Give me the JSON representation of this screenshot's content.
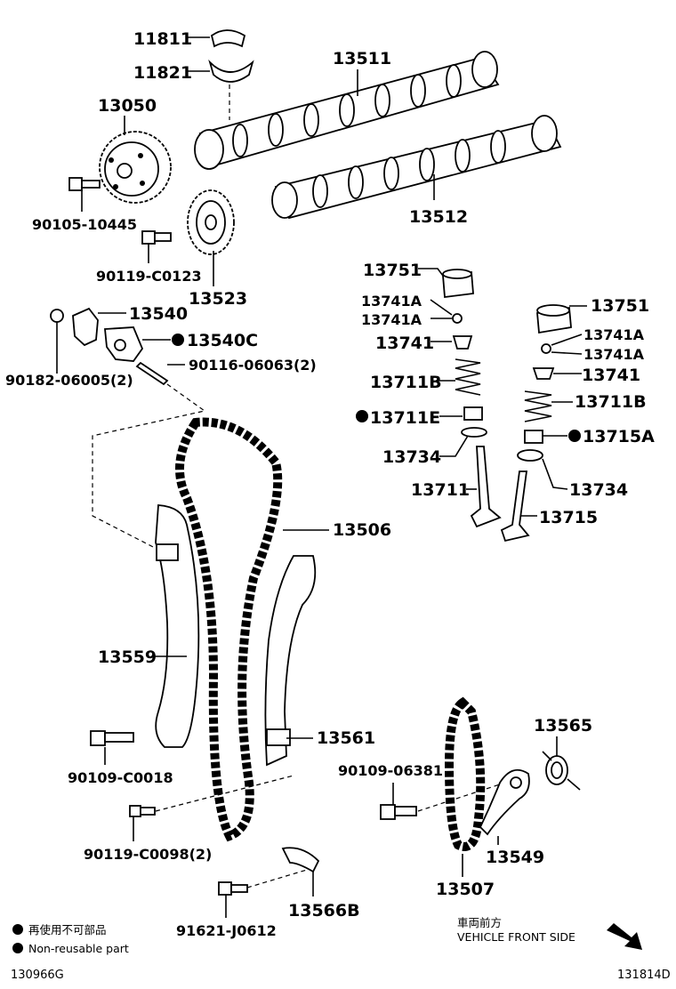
{
  "labels": {
    "p11811": "11811",
    "p11821": "11821",
    "p13511": "13511",
    "p13050": "13050",
    "p90105": "90105-10445",
    "p90119a": "90119-C0123",
    "p13523": "13523",
    "p13512": "13512",
    "p13540": "13540",
    "p13540c": "13540C",
    "p90182": "90182-06005(2)",
    "p90116": "90116-06063(2)",
    "p13751a": "13751",
    "p13741a1": "13741A",
    "p13741a2": "13741A",
    "p13741a": "13741",
    "p13711b_a": "13711B",
    "p13711e": "13711E",
    "p13734a": "13734",
    "p13711": "13711",
    "p13751b": "13751",
    "p13741a3": "13741A",
    "p13741a4": "13741A",
    "p13741b": "13741",
    "p13711b_b": "13711B",
    "p13715a": "13715A",
    "p13734b": "13734",
    "p13715": "13715",
    "p13506": "13506",
    "p13559": "13559",
    "p13561": "13561",
    "p90109a": "90109-C0018",
    "p90119b": "90119-C0098(2)",
    "p13565": "13565",
    "p90109b": "90109-06381",
    "p13549": "13549",
    "p13507": "13507",
    "p13566b": "13566B",
    "p91621": "91621-J0612"
  },
  "legend": {
    "reuse_jp": "再使用不可部品",
    "reuse_en": "Non-reusable part"
  },
  "direction": {
    "jp": "車両前方",
    "en": "VEHICLE FRONT SIDE"
  },
  "codes": {
    "left": "130966G",
    "right": "131814D"
  }
}
